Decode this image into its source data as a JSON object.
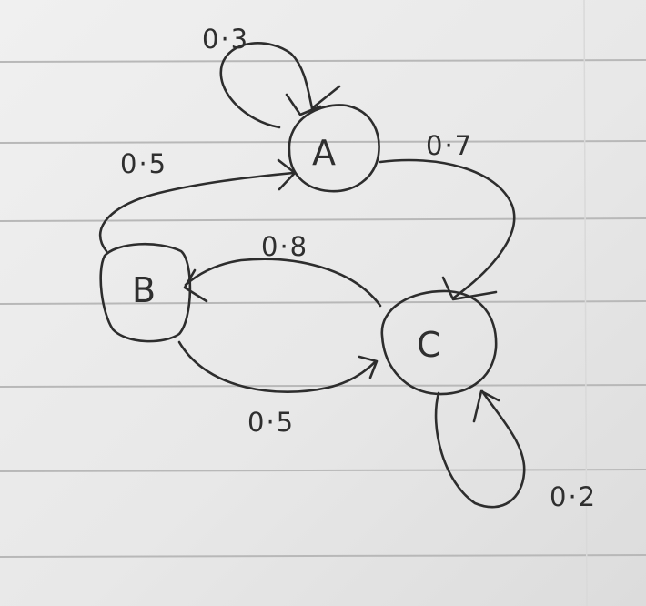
{
  "diagram": {
    "nodes": [
      {
        "id": "A",
        "label": "A"
      },
      {
        "id": "B",
        "label": "B"
      },
      {
        "id": "C",
        "label": "C"
      }
    ],
    "edges": [
      {
        "from": "A",
        "to": "A",
        "label": "0·3"
      },
      {
        "from": "A",
        "to": "C",
        "label": "0·7"
      },
      {
        "from": "B",
        "to": "A",
        "label": "0·5"
      },
      {
        "from": "C",
        "to": "B",
        "label": "0·8"
      },
      {
        "from": "B",
        "to": "C",
        "label": "0·5"
      },
      {
        "from": "C",
        "to": "C",
        "label": "0·2"
      }
    ]
  }
}
